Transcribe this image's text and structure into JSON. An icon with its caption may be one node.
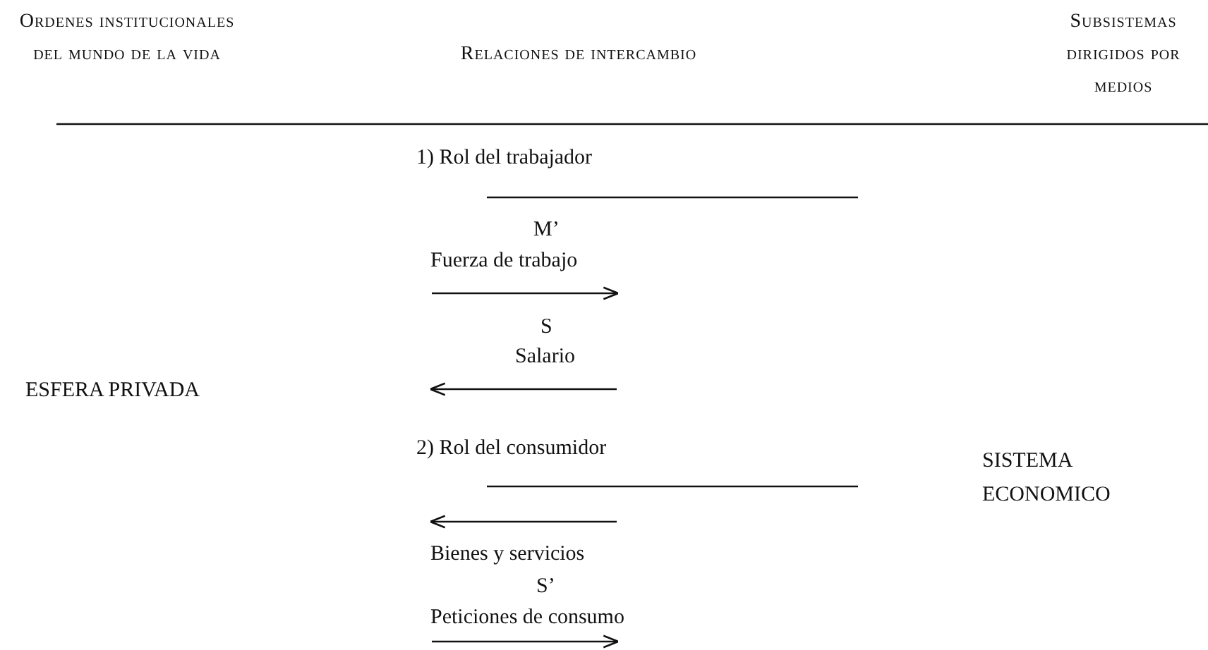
{
  "diagram": {
    "nodes": [
      {
        "text": [
          "ESFERA PRIVADA"
        ]
      },
      {
        "text": [
          "SISTEMA ECONOMICO"
        ]
      }
    ],
    "labels": [
      "Ordenes institucionales del mundo de la vida",
      "Relaciones de intercambio",
      "Subsistemas dirigidos por medios",
      "1) Rol del trabajador",
      "M’",
      "Fuerza de trabajo",
      "S",
      "Salario",
      "2) Rol del consumidor",
      "Bienes y servicios",
      "S’",
      "Peticiones de consumo"
    ]
  }
}
